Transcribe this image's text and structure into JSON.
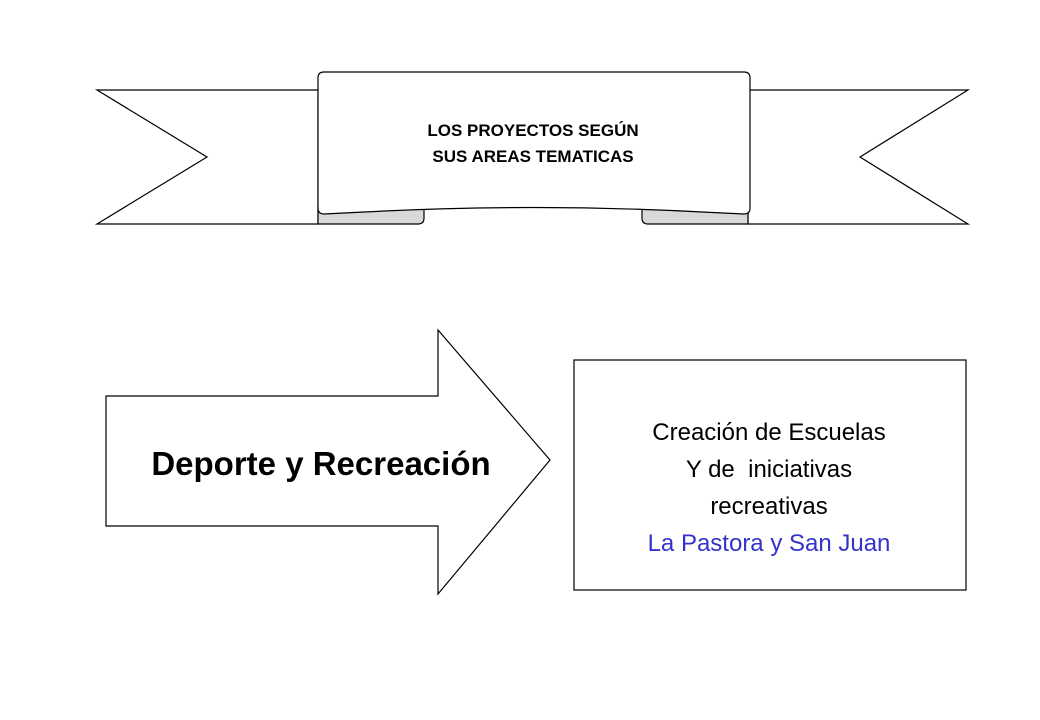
{
  "banner": {
    "title_line1": "LOS PROYECTOS SEGÚN",
    "title_line2": "SUS AREAS TEMATICAS"
  },
  "arrow": {
    "label": "Deporte y Recreación"
  },
  "result": {
    "line1": "Creación de Escuelas",
    "line2": "Y de  iniciativas",
    "line3": "recreativas",
    "location": "La Pastora y San Juan"
  },
  "colors": {
    "stroke": "#000000",
    "text": "#000000",
    "location_text": "#3333cc",
    "fold_shade": "#d9d9d9"
  }
}
